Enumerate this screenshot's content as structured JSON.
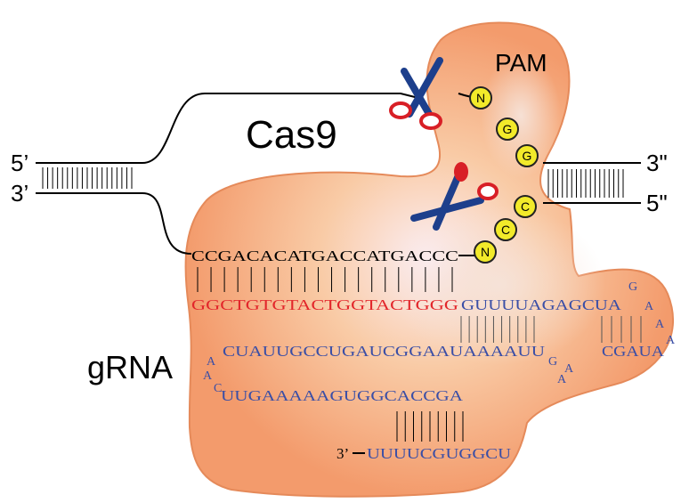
{
  "labels": {
    "cas9": "Cas9",
    "pam": "PAM",
    "grna": "gRNA",
    "five_prime_left": "5’",
    "three_prime_left": "3’",
    "three_prime_right": "3\"",
    "five_prime_right": "5\"",
    "three_prime_tail": "3’"
  },
  "sequences": {
    "target_dna": "CCGACACATGACCATGACCC",
    "guide_spacer": "GGCTGTGTACTGGTACTGGG",
    "repeat_top": "GUUUUAGAGCUA",
    "loop_right": [
      "G",
      "A",
      "A",
      "A"
    ],
    "stem_row": "CUAUUGCCUGAUCGGAAUAAAAUU",
    "stem_right": "CGAUA",
    "bulge_right": [
      "G",
      "A",
      "A"
    ],
    "loop_left": [
      "A",
      "A",
      "C"
    ],
    "bottom_row": "UUGAAAAAGUGGCACCGA",
    "tail_row": "UUUUCGUGGCU"
  },
  "pam_top": [
    "N",
    "G",
    "G"
  ],
  "pam_bottom": [
    "N",
    "C",
    "C"
  ],
  "colors": {
    "protein_edge": "#e58a5a",
    "protein_fill": "#f6a882",
    "protein_glow": "#fbe0c8",
    "dna_line": "#000000",
    "spacer_red": "#e2262b",
    "rna_blue": "#3a4ea6",
    "pam_yellow": "#f2ea2a",
    "scissors_blue": "#1d3f8c",
    "scissors_red": "#d81f26"
  }
}
